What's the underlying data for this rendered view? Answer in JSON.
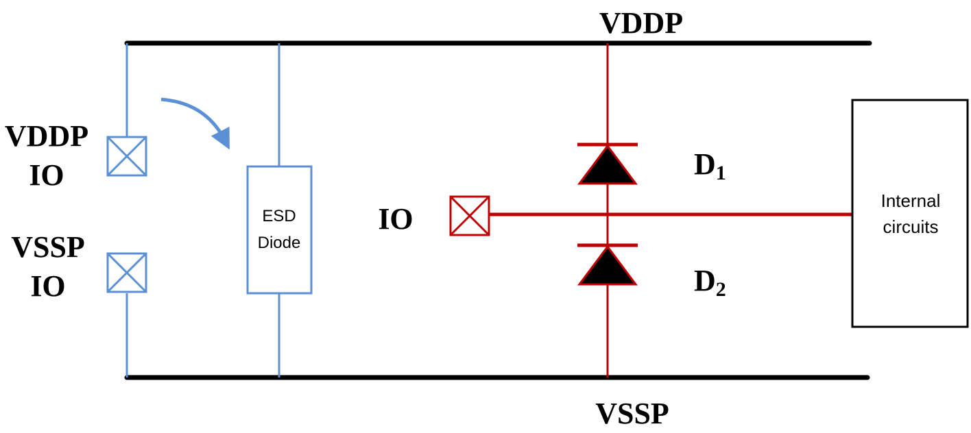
{
  "labels": {
    "vddp_rail": "VDDP",
    "vssp_rail": "VSSP",
    "vddp_io_line1": "VDDP",
    "vddp_io_line2": "IO",
    "vssp_io_line1": "VSSP",
    "vssp_io_line2": "IO",
    "esd_line1": "ESD",
    "esd_line2": "Diode",
    "io_pad": "IO",
    "d1_main": "D",
    "d1_sub": "1",
    "d2_main": "D",
    "d2_sub": "2",
    "internal_line1": "Internal",
    "internal_line2": "circuits"
  },
  "colors": {
    "rail": "#000000",
    "esd_path": "#5b8fd6",
    "io_path": "#c00000",
    "diode_fill": "#000000"
  }
}
